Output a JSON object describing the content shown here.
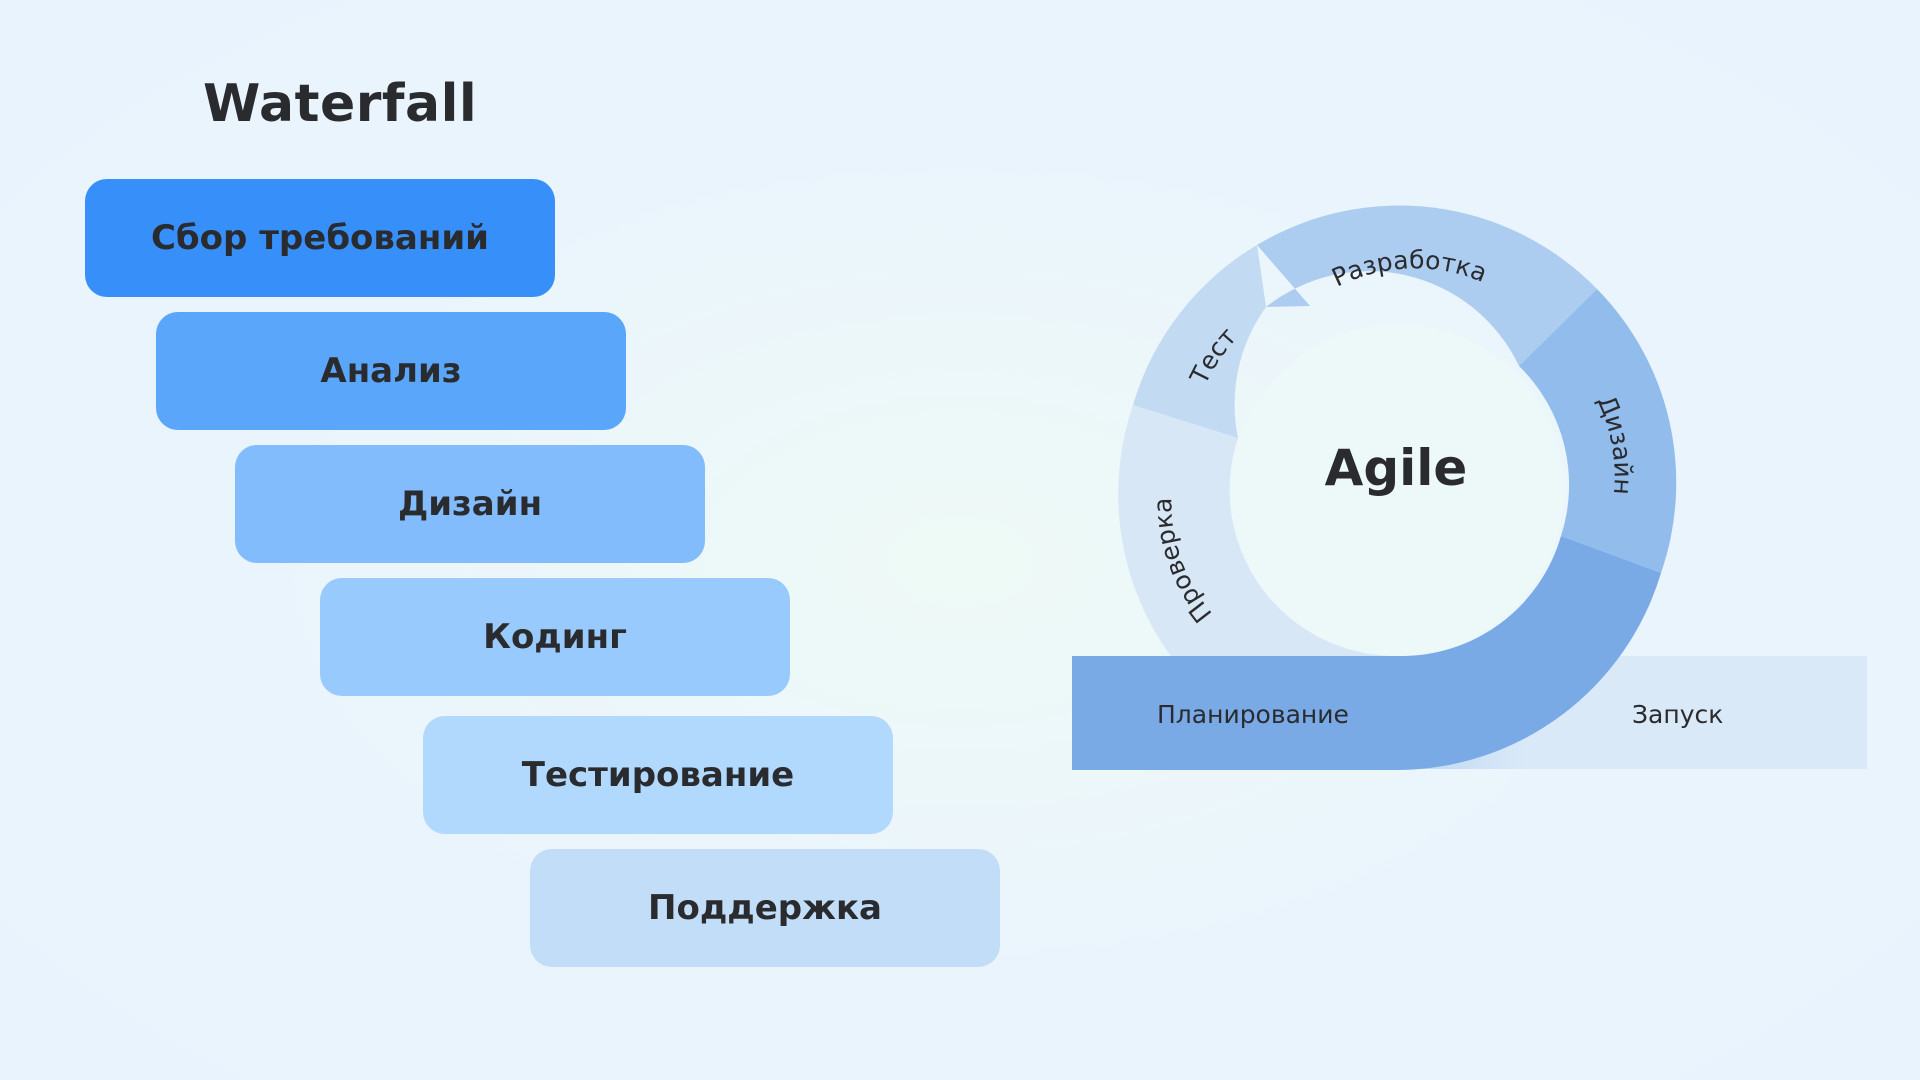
{
  "waterfall": {
    "title": "Waterfall",
    "steps": [
      {
        "label": "Сбор требований",
        "color": "#3790fa"
      },
      {
        "label": "Анализ",
        "color": "#59a6fb"
      },
      {
        "label": "Дизайн",
        "color": "#82bcfc"
      },
      {
        "label": "Кодинг",
        "color": "#99cafd"
      },
      {
        "label": "Тестирование",
        "color": "#b1d8fd"
      },
      {
        "label": "Поддержка",
        "color": "#c2ddf8"
      }
    ]
  },
  "agile": {
    "center": "Agile",
    "segments": {
      "development": "Разработка",
      "design": "Дизайн",
      "test": "Тест",
      "review": "Проверка"
    },
    "planning": "Планирование",
    "launch": "Запуск",
    "colors": {
      "development": "#adcdf0",
      "design": "#91bcec",
      "test": "#c2daf2",
      "review": "#d7e7f6",
      "planning": "#7aaae6",
      "launch": "#d9e9f8"
    }
  }
}
